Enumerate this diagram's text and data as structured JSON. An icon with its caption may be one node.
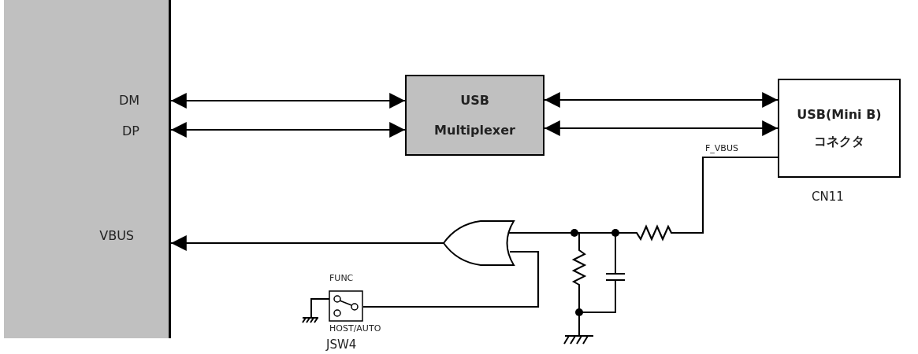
{
  "diagram": {
    "nodes": [
      {
        "text": [
          "DM",
          "DP",
          "VBUS"
        ]
      },
      {
        "text": [
          "USB Multiplexer"
        ]
      },
      {
        "text": [
          "USB(Mini B) コネクタ"
        ],
        "beside": [
          "CN11"
        ]
      },
      {
        "text": [],
        "shape": "or-gate"
      },
      {
        "text": [],
        "shape": "switch",
        "beside": [
          "FUNC",
          "HOST/AUTO",
          "JSW4"
        ]
      }
    ],
    "edges": [
      {
        "from": 0,
        "to": 1,
        "arrow": "both"
      },
      {
        "from": 0,
        "to": 1,
        "arrow": "both"
      },
      {
        "from": 1,
        "to": 2,
        "arrow": "both"
      },
      {
        "from": 1,
        "to": 2,
        "arrow": "both"
      },
      {
        "from": 3,
        "to": 0,
        "arrow": "to"
      },
      {
        "from": 4,
        "to": 3,
        "arrow": "none"
      },
      {
        "from": 2,
        "to": 3,
        "arrow": "none",
        "label": "F_VBUS"
      }
    ]
  }
}
